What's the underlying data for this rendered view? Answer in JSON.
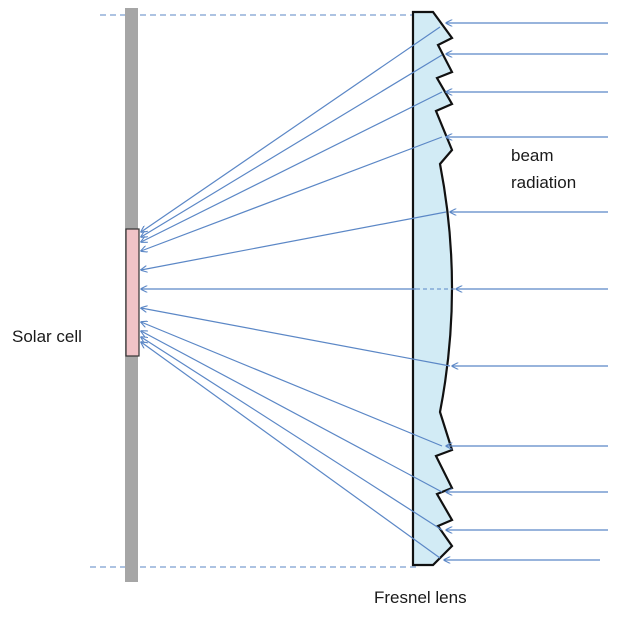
{
  "labels": {
    "beam_line1": "beam",
    "beam_line2": "radiation",
    "solar_cell": "Solar cell",
    "fresnel_lens": "Fresnel lens"
  },
  "colors": {
    "ray": "#5b87c6",
    "lens_fill": "#d2ebf5",
    "lens_stroke": "#111111",
    "support_bar": "#a6a6a6",
    "cell_fill": "#f0c3c7",
    "cell_stroke": "#333333",
    "guide": "#5b87c6"
  },
  "icons": {
    "ray": "arrow-icon"
  }
}
